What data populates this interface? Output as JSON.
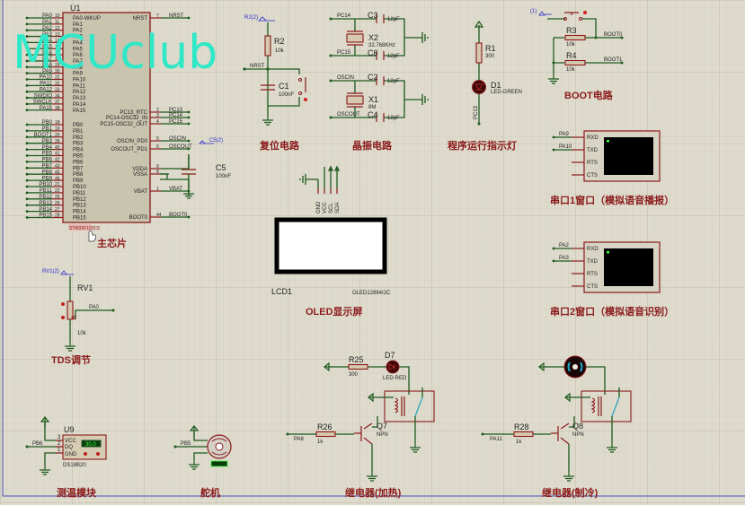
{
  "watermark": "MCUclub",
  "u1": {
    "ref": "U1",
    "part": "STM32F103C8",
    "caption": "主芯片",
    "left_pins": [
      {
        "net": "PA0",
        "num": "10",
        "pin": "PA0-WKUP"
      },
      {
        "net": "PA1",
        "num": "11",
        "pin": "PA1"
      },
      {
        "net": "PA2",
        "num": "12",
        "pin": "PA2"
      },
      {
        "net": "PA3",
        "num": "13",
        "pin": "PA3"
      },
      {
        "net": "PA4",
        "num": "14",
        "pin": "PA4"
      },
      {
        "net": "PA5",
        "num": "15",
        "pin": "PA5"
      },
      {
        "net": "PA6",
        "num": "16",
        "pin": "PA6"
      },
      {
        "net": "PA7",
        "num": "17",
        "pin": "PA7"
      },
      {
        "net": "PA8",
        "num": "29",
        "pin": "PA8"
      },
      {
        "net": "PA9",
        "num": "30",
        "pin": "PA9"
      },
      {
        "net": "PA10",
        "num": "31",
        "pin": "PA10"
      },
      {
        "net": "PA11",
        "num": "32",
        "pin": "PA11"
      },
      {
        "net": "PA12",
        "num": "33",
        "pin": "PA12"
      },
      {
        "net": "SWDIO",
        "num": "34",
        "pin": "PA13"
      },
      {
        "net": "SWCLK",
        "num": "37",
        "pin": "PA14"
      },
      {
        "net": "PA15",
        "num": "38",
        "pin": "PA15"
      },
      {
        "net": "PB0",
        "num": "18",
        "pin": "PB0"
      },
      {
        "net": "PB1",
        "num": "19",
        "pin": "PB1"
      },
      {
        "net": "BOOT1",
        "num": "20",
        "pin": "PB2"
      },
      {
        "net": "PB3",
        "num": "39",
        "pin": "PB3"
      },
      {
        "net": "PB4",
        "num": "40",
        "pin": "PB4"
      },
      {
        "net": "PB5",
        "num": "41",
        "pin": "PB5"
      },
      {
        "net": "PB6",
        "num": "42",
        "pin": "PB6"
      },
      {
        "net": "PB7",
        "num": "43",
        "pin": "PB7"
      },
      {
        "net": "PB8",
        "num": "45",
        "pin": "PB8"
      },
      {
        "net": "PB9",
        "num": "46",
        "pin": "PB9"
      },
      {
        "net": "PB10",
        "num": "21",
        "pin": "PB10"
      },
      {
        "net": "PB11",
        "num": "22",
        "pin": "PB11"
      },
      {
        "net": "PB12",
        "num": "25",
        "pin": "PB12"
      },
      {
        "net": "PB13",
        "num": "26",
        "pin": "PB13"
      },
      {
        "net": "PB14",
        "num": "27",
        "pin": "PB14"
      },
      {
        "net": "PB15",
        "num": "28",
        "pin": "PB15"
      }
    ],
    "right_pins": [
      {
        "net": "NRST",
        "num": "7",
        "pin": "NRST"
      },
      {
        "net": "PC13",
        "num": "2",
        "pin": "PC13_RTC"
      },
      {
        "net": "PC14",
        "num": "3",
        "pin": "PC14-OSC32_IN"
      },
      {
        "net": "PC15",
        "num": "4",
        "pin": "PC15-OSC32_OUT"
      },
      {
        "net": "OSCIN",
        "num": "5",
        "pin": "OSCIN_PD0"
      },
      {
        "net": "OSCOUT",
        "num": "6",
        "pin": "OSCOUT_PD1"
      },
      {
        "net": "",
        "num": "9",
        "pin": "VDDA"
      },
      {
        "net": "",
        "num": "8",
        "pin": "VSSA"
      },
      {
        "net": "VBAT",
        "num": "1",
        "pin": "VBAT"
      },
      {
        "net": "BOOT0",
        "num": "44",
        "pin": "BOOT0"
      }
    ],
    "c5": {
      "probe": "C5(2)",
      "ref": "C5",
      "value": "100nF"
    }
  },
  "reset": {
    "probe": "R2(2)",
    "r_ref": "R2",
    "r_val": "10k",
    "net": "NRST",
    "c_ref": "C1",
    "c_val": "100nF",
    "caption": "复位电路"
  },
  "crystal": {
    "pc14": "PC14",
    "pc15": "PC15",
    "oscin": "OSCIN",
    "oscout": "OSCOUT",
    "c3": "C3",
    "c6": "C6",
    "c2": "C2",
    "c4": "C4",
    "cval": "12pF",
    "x2": "X2",
    "x2val": "32.768KHz",
    "x1": "X1",
    "x1val": "8M",
    "caption": "晶振电路"
  },
  "led": {
    "r_ref": "R1",
    "r_val": "300",
    "d_ref": "D1",
    "d_val": "LED-GREEN",
    "net": "PC13",
    "caption": "程序运行指示灯"
  },
  "boot": {
    "probe": "(1)",
    "r3": "R3",
    "r4": "R4",
    "rval": "10k",
    "boot0": "BOOT0",
    "boot1": "BOOT1",
    "caption": "BOOT电路"
  },
  "serial1": {
    "net1": "PA9",
    "net2": "PA10",
    "pins": [
      "RXD",
      "TXD",
      "RTS",
      "CTS"
    ],
    "caption": "串口1窗口（模拟语音播报）"
  },
  "serial2": {
    "net1": "PA2",
    "net2": "PA3",
    "pins": [
      "RXD",
      "TXD",
      "RTS",
      "CTS"
    ],
    "caption": "串口2窗口（模拟语音识别）"
  },
  "oled": {
    "pins": [
      "GND",
      "VCC",
      "SCL",
      "SDA"
    ],
    "ref": "LCD1",
    "part": "OLED12864I2C",
    "caption": "OLED显示屏"
  },
  "tds": {
    "probe": "RV1(2)",
    "ref": "RV1",
    "val": "10k",
    "net": "PA0",
    "caption": "TDS调节"
  },
  "temp": {
    "ref": "U9",
    "part": "DS18B20",
    "net": "PB6",
    "pins": [
      "VCC",
      "DQ",
      "GND"
    ],
    "nums": [
      "3",
      "2",
      "1"
    ],
    "reading": "30.0",
    "caption": "测温模块"
  },
  "servo": {
    "net": "PB5",
    "caption": "舵机"
  },
  "heat": {
    "r25": "R25",
    "r25val": "300",
    "d7": "D7",
    "d7val": "LED-RED",
    "r26": "R26",
    "r26val": "1k",
    "net": "PA8",
    "q": "Q7",
    "qval": "NPN",
    "caption": "继电器(加热)"
  },
  "cool": {
    "r28": "R28",
    "r28val": "1k",
    "net": "PA11",
    "q": "Q8",
    "qval": "NPN",
    "caption": "继电器(制冷)"
  },
  "colors": {
    "wire": "#1e5a1e",
    "component": "#8b1a1a",
    "watermark": "#2ee8c8",
    "background": "#dedbcd"
  }
}
